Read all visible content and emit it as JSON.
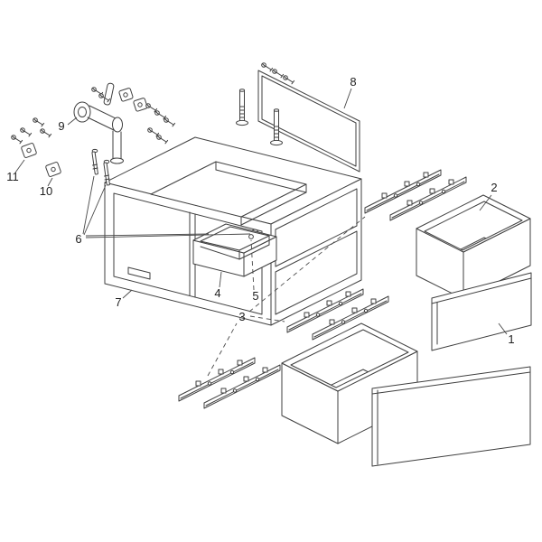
{
  "colors": {
    "line": "#3f3f3f",
    "leader": "#4a4a4a",
    "label_text": "#1f1f1f",
    "background": "#ffffff"
  },
  "labels": [
    "1",
    "2",
    "3",
    "4",
    "5",
    "6",
    "7",
    "8",
    "9",
    "10",
    "11"
  ]
}
